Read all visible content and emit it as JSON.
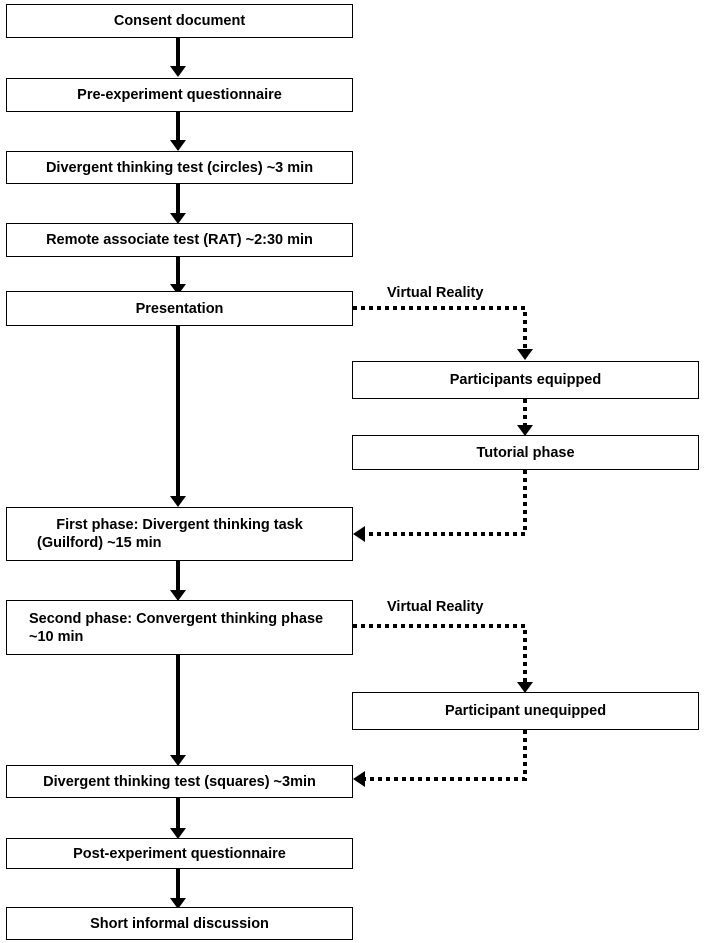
{
  "steps": {
    "consent": "Consent document",
    "pre_questionnaire": "Pre-experiment questionnaire",
    "dt_circles": "Divergent thinking test (circles) ~3 min",
    "rat": "Remote associate test (RAT) ~2:30 min",
    "presentation": "Presentation",
    "first_phase_line1": "First phase: Divergent thinking task",
    "first_phase_line2": "(Guilford) ~15 min",
    "second_phase_line1": "Second phase: Convergent thinking phase",
    "second_phase_line2": "~10 min",
    "dt_squares": "Divergent thinking test (squares) ~3min",
    "post_questionnaire": "Post-experiment questionnaire",
    "discussion": "Short informal discussion"
  },
  "vr_branch": {
    "label_1": "Virtual Reality",
    "equipped": "Participants equipped",
    "tutorial": "Tutorial phase",
    "label_2": "Virtual Reality",
    "unequipped": "Participant unequipped"
  }
}
